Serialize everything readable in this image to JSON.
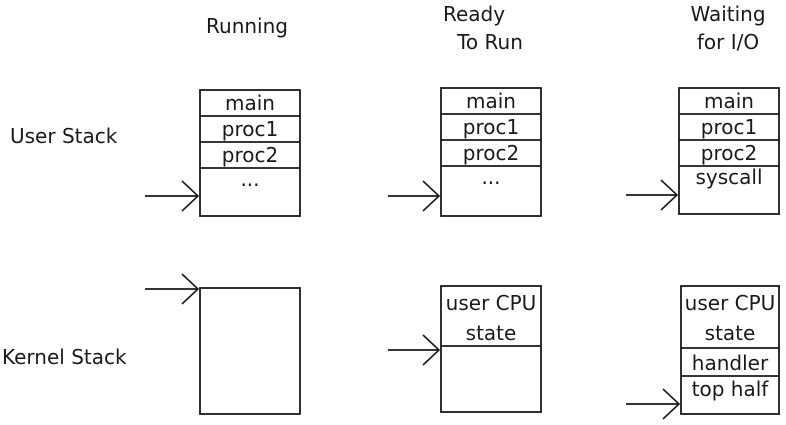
{
  "columns": [
    {
      "header": [
        "Running"
      ]
    },
    {
      "header": [
        "Ready",
        "To Run"
      ]
    },
    {
      "header": [
        "Waiting",
        "for I/O"
      ]
    }
  ],
  "rows": {
    "user_stack": "User Stack",
    "kernel_stack": "Kernel Stack"
  },
  "user_stacks": [
    {
      "cells": [
        "main",
        "proc1",
        "proc2",
        "..."
      ]
    },
    {
      "cells": [
        "main",
        "proc1",
        "proc2",
        "..."
      ]
    },
    {
      "cells": [
        "main",
        "proc1",
        "proc2",
        "syscall"
      ]
    }
  ],
  "kernel_stacks": [
    {
      "cells": []
    },
    {
      "cells": [
        "user CPU",
        "state"
      ]
    },
    {
      "cells": [
        "user CPU",
        "state",
        "handler",
        "top half"
      ]
    }
  ],
  "colors": {
    "stroke": "#1a1a1a",
    "background": "#ffffff"
  }
}
